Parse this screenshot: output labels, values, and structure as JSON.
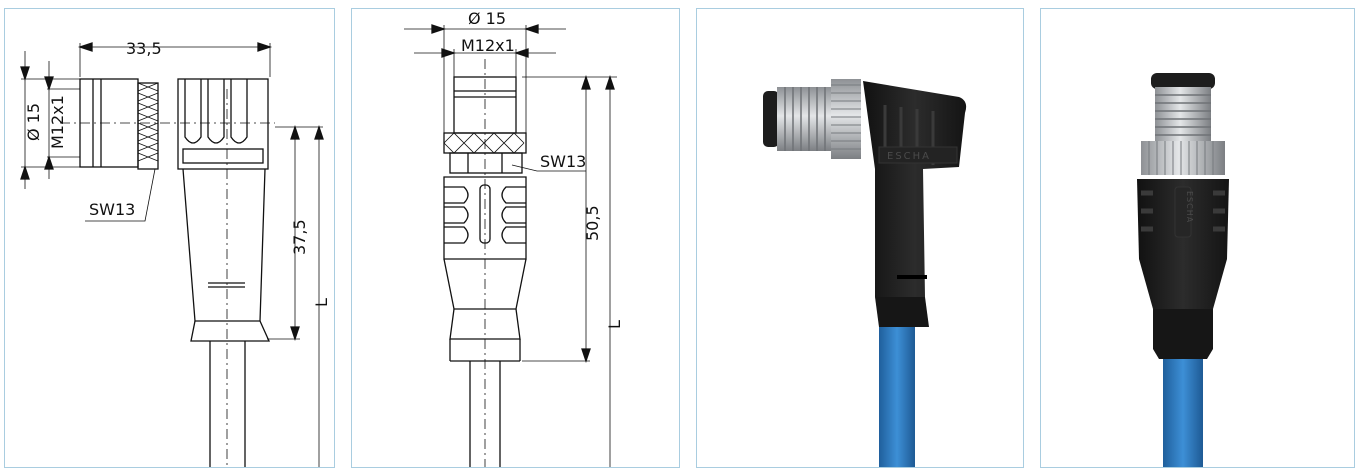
{
  "panels": {
    "angled_drawing": {
      "dim_length": "33,5",
      "dim_diameter": "Ø 15",
      "dim_thread": "M12x1",
      "dim_wrench": "SW13",
      "dim_height": "37,5",
      "dim_cable": "L"
    },
    "straight_drawing": {
      "dim_diameter": "Ø 15",
      "dim_thread": "M12x1",
      "dim_wrench": "SW13",
      "dim_height": "50,5",
      "dim_cable": "L"
    },
    "angled_photo": {
      "brand_mark": "ESCHA"
    },
    "straight_photo": {
      "brand_mark": "ESCHA"
    }
  },
  "colors": {
    "panel_border": "#a9cde0",
    "cable_blue": "#2f7fc4",
    "housing_black": "#1d1d1d",
    "metal": "#b9bcc0"
  }
}
